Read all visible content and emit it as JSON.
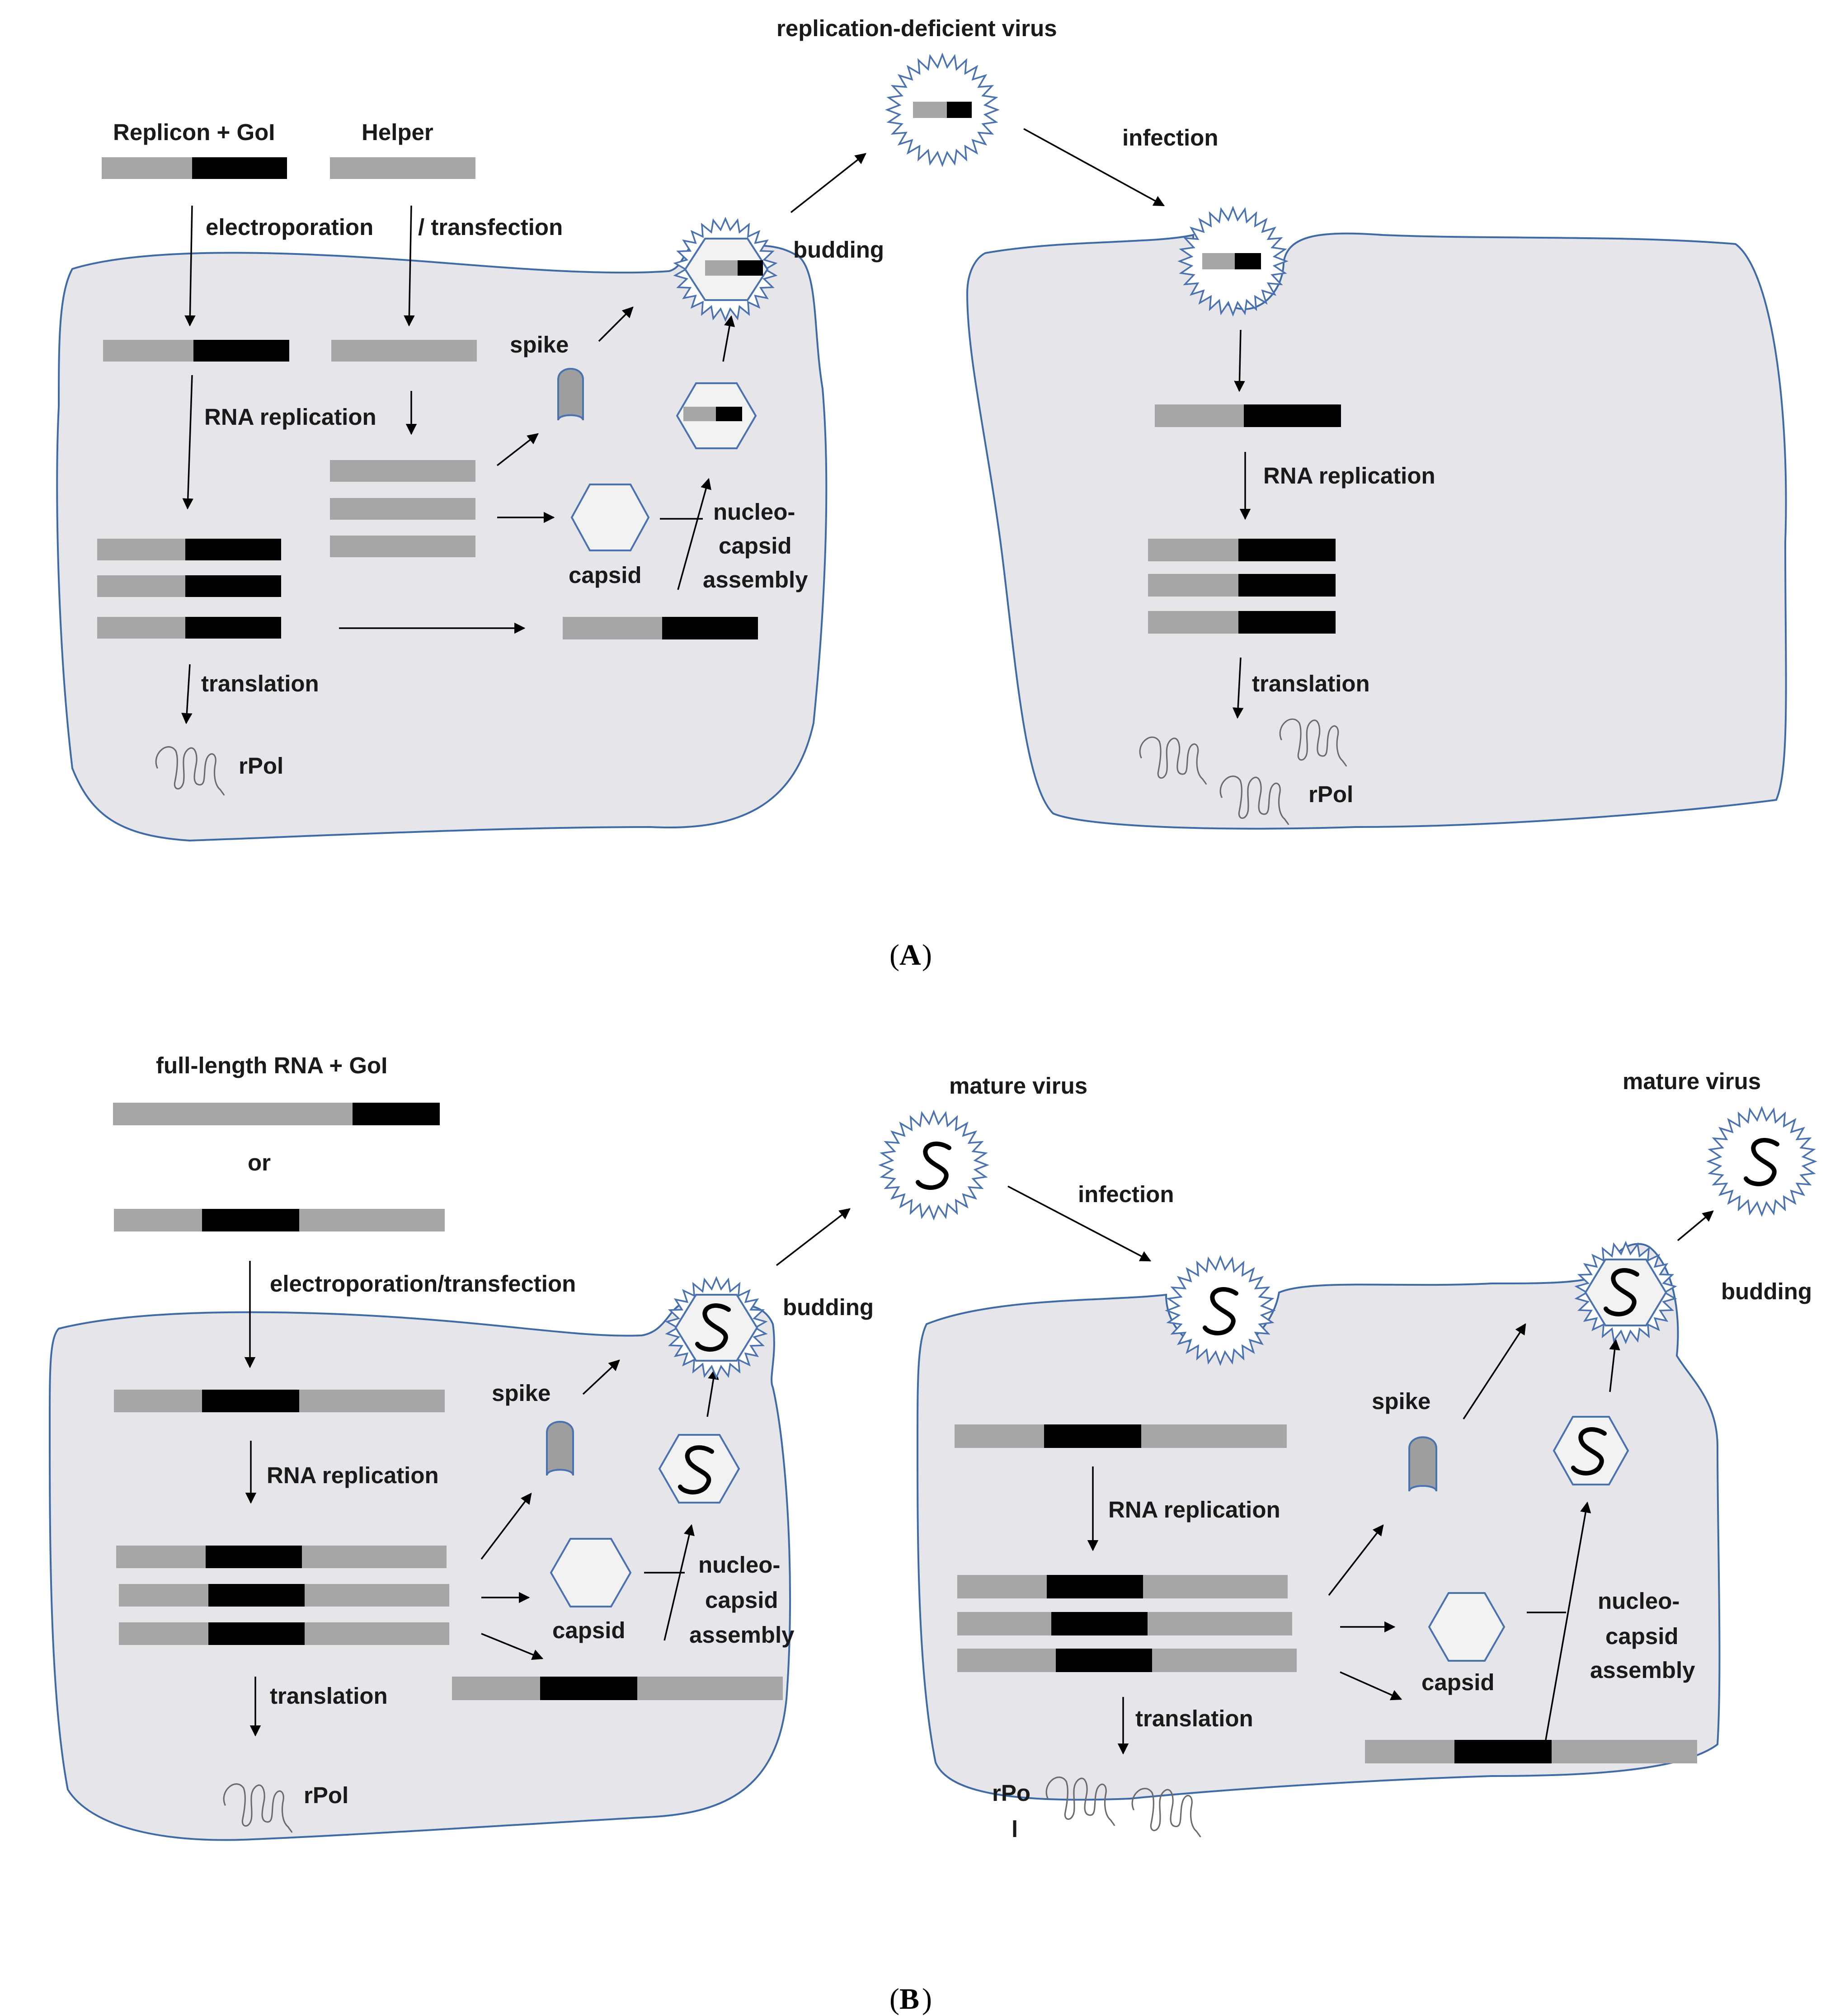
{
  "colors": {
    "cell_fill": "#e6e6ea",
    "cell_outline": "#3e6aa6",
    "rna_grey": "#a6a6a6",
    "goi_black": "#000000",
    "capsid_fill": "#f2f2f2",
    "capsid_outline": "#4a72b0",
    "envelope_fill": "#ffffff"
  },
  "panel_a": {
    "letter": "A",
    "replicon_label": "Replicon + GoI",
    "helper_label": "Helper",
    "electroporation_label": "electroporation",
    "transfection_label": "/ transfection",
    "rna_replication_label": "RNA replication",
    "translation_label": "translation",
    "rpol_label": "rPol",
    "spike_label": "spike",
    "capsid_label": "capsid",
    "nucleocapsid_label": [
      "nucleo-",
      "capsid",
      "assembly"
    ],
    "budding_label": "budding",
    "virus_label": "replication-deficient virus",
    "infection_label": "infection",
    "rna_replication_label_2": "RNA replication",
    "translation_label_2": "translation",
    "rpol_label_2": "rPol"
  },
  "panel_b": {
    "letter": "B",
    "fulllength_label": "full-length RNA + GoI",
    "or_label": "or",
    "electroporation_label": "electroporation/transfection",
    "rna_replication_label": "RNA replication",
    "translation_label": "translation",
    "rpol_label": "rPol",
    "spike_label": "spike",
    "capsid_label": "capsid",
    "nucleocapsid_label": [
      "nucleo-",
      "capsid",
      "assembly"
    ],
    "budding_label": "budding",
    "mature_virus_label": "mature virus",
    "infection_label": "infection",
    "rna_replication_label_2": "RNA replication",
    "translation_label_2": "translation",
    "rpol_label_2": [
      "rPo",
      "l"
    ],
    "spike_label_2": "spike",
    "capsid_label_2": "capsid",
    "nucleocapsid_label_2": [
      "nucleo-",
      "capsid",
      "assembly"
    ],
    "budding_label_2": "budding",
    "mature_virus_label_2": "mature virus"
  }
}
